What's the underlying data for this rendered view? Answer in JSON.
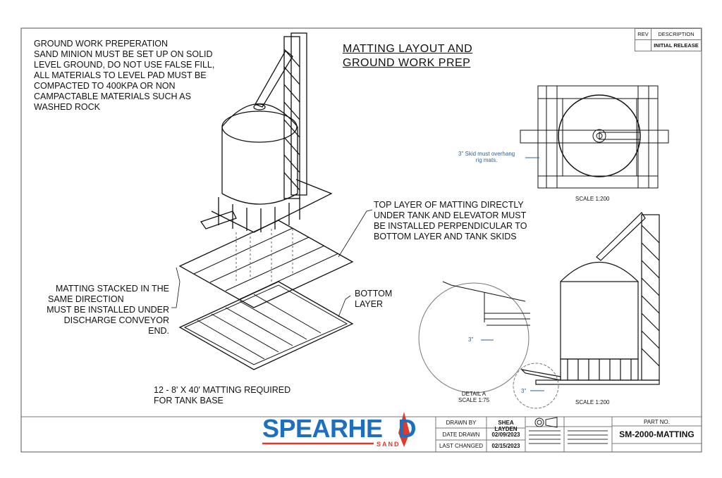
{
  "title": {
    "line1": "MATTING LAYOUT AND",
    "line2": "GROUND WORK PREP"
  },
  "notes": {
    "ground_work": [
      "GROUND WORK PREPERATION",
      "SAND MINION MUST BE SET UP ON SOLID",
      "LEVEL GROUND, DO NOT USE FALSE FILL,",
      "ALL MATERIALS TO LEVEL PAD MUST BE",
      "COMPACTED TO 400KPA OR NON",
      "CAMPACTABLE MATERIALS SUCH AS",
      "WASHED ROCK"
    ],
    "top_layer": [
      "TOP LAYER OF MATTING DIRECTLY",
      "UNDER TANK AND ELEVATOR  MUST",
      "BE INSTALLED PERPENDICULAR TO",
      "BOTTOM LAYER AND TANK SKIDS"
    ],
    "stacked": [
      "MATTING STACKED IN THE",
      "SAME DIRECTION",
      "MUST BE INSTALLED UNDER",
      "DISCHARGE CONVEYOR",
      "END."
    ],
    "bottom_layer": [
      "BOTTOM",
      "LAYER"
    ],
    "required": [
      "12 -  8' X 40' MATTING REQUIRED",
      "FOR TANK BASE"
    ],
    "skid_overhang": [
      "3\" Skid must overhang",
      "rig mats."
    ],
    "top_scale": "SCALE 1:200",
    "side_scale": "SCALE 1:200",
    "detail_label": [
      "DETAIL A",
      "SCALE 1:75"
    ],
    "dim_detail": "3\"",
    "dim_side": "3\""
  },
  "revision": {
    "headers": [
      "REV",
      "DESCRIPTION"
    ],
    "rows": [
      {
        "rev": "",
        "description": "INITIAL RELEASE"
      }
    ]
  },
  "title_block": {
    "logo": {
      "name": "SPEARHEAD",
      "sub": "SAND",
      "blue": "#1e6fc0",
      "red": "#e03a2a"
    },
    "drawn_by_label": "DRAWN BY",
    "drawn_by": "SHEA LAYDEN",
    "date_drawn_label": "DATE DRAWN",
    "date_drawn": "02/09/2023",
    "last_changed_label": "LAST CHANGED",
    "last_changed": "02/15/2023",
    "part_no_label": "PART NO.",
    "part_no": "SM-2000-MATTING"
  }
}
